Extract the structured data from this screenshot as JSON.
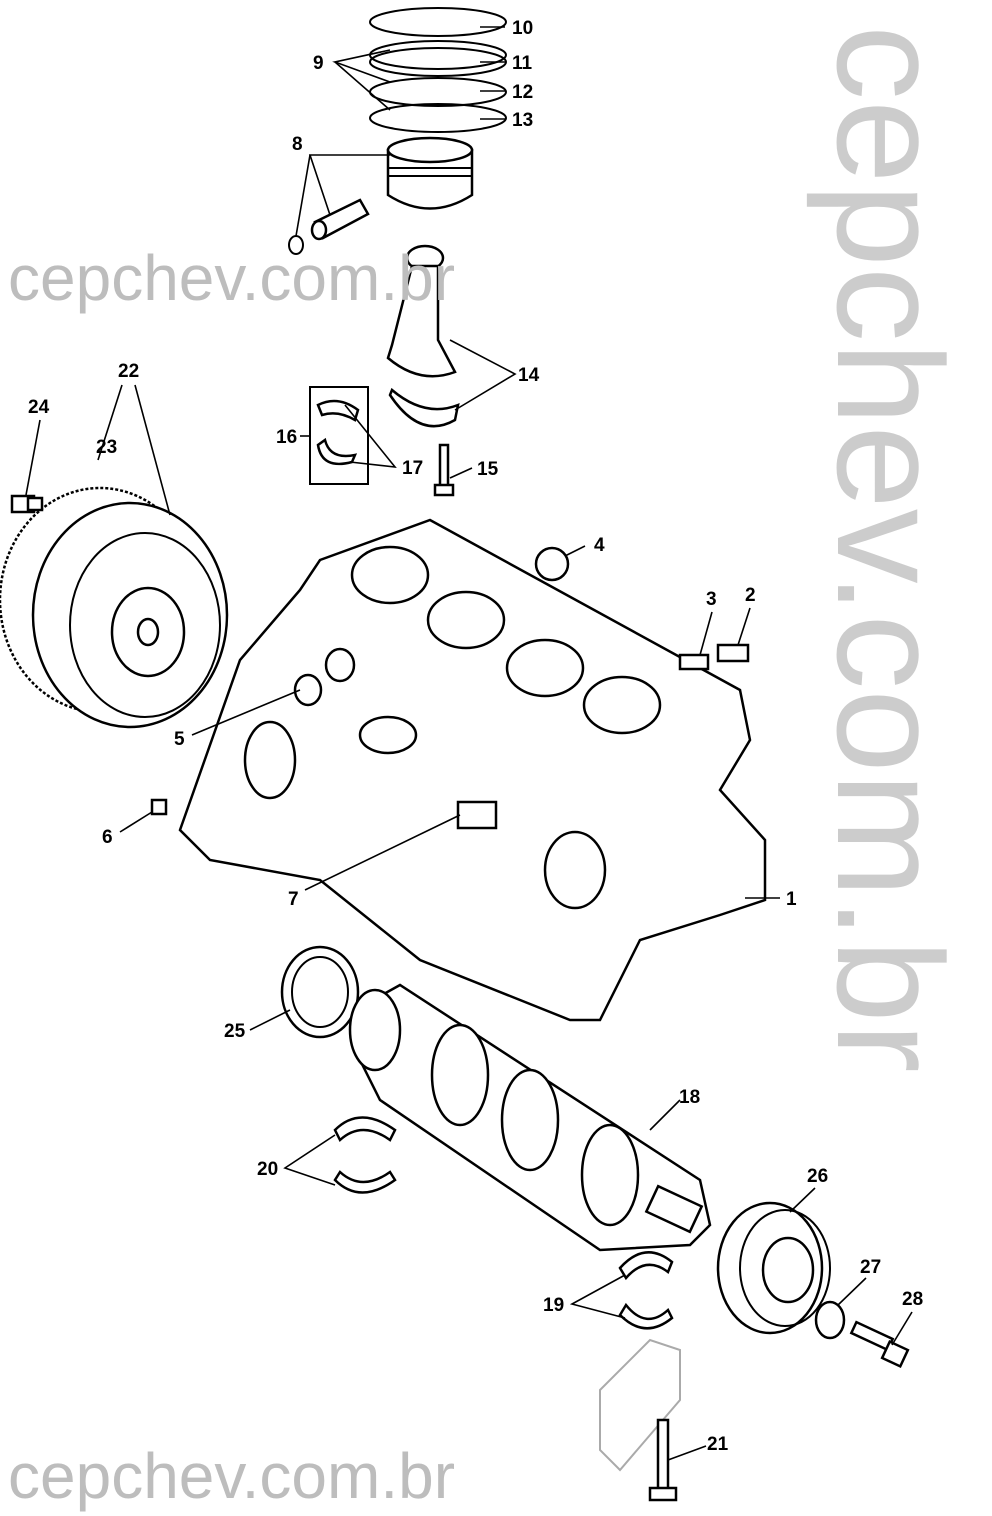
{
  "watermarks": {
    "top": "cepchev.com.br",
    "bottom": "cepchev.com.br",
    "diagonal": "cepchev.com.br"
  },
  "callouts": {
    "c1": "1",
    "c2": "2",
    "c3": "3",
    "c4": "4",
    "c5": "5",
    "c6": "6",
    "c7": "7",
    "c8": "8",
    "c9": "9",
    "c10": "10",
    "c11": "11",
    "c12": "12",
    "c13": "13",
    "c14": "14",
    "c15": "15",
    "c16": "16",
    "c17": "17",
    "c18": "18",
    "c19": "19",
    "c20": "20",
    "c21": "21",
    "c22": "22",
    "c23": "23",
    "c24": "24",
    "c25": "25",
    "c26": "26",
    "c27": "27",
    "c28": "28"
  }
}
